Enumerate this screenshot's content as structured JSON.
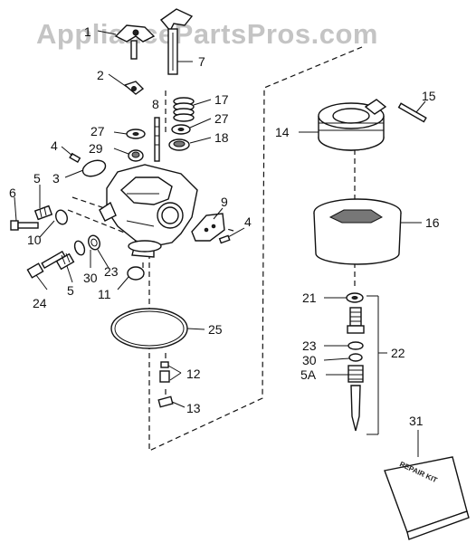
{
  "watermark": "AppliancePartsPros.com",
  "kit_text": "REPAIR KIT",
  "callouts": {
    "p1": "1",
    "p2": "2",
    "p3": "3",
    "p4a": "4",
    "p4b": "4",
    "p5a": "5",
    "p5b": "5",
    "p5A": "5A",
    "p6": "6",
    "p7": "7",
    "p8": "8",
    "p9": "9",
    "p10": "10",
    "p11": "11",
    "p12": "12",
    "p13": "13",
    "p14": "14",
    "p15": "15",
    "p16": "16",
    "p17": "17",
    "p18": "18",
    "p21": "21",
    "p22": "22",
    "p23a": "23",
    "p23b": "23",
    "p24": "24",
    "p25": "25",
    "p27a": "27",
    "p27b": "27",
    "p29": "29",
    "p30a": "30",
    "p30b": "30",
    "p31": "31"
  },
  "colors": {
    "line": "#111111",
    "watermark": "#c4c4c4",
    "background": "#ffffff"
  }
}
